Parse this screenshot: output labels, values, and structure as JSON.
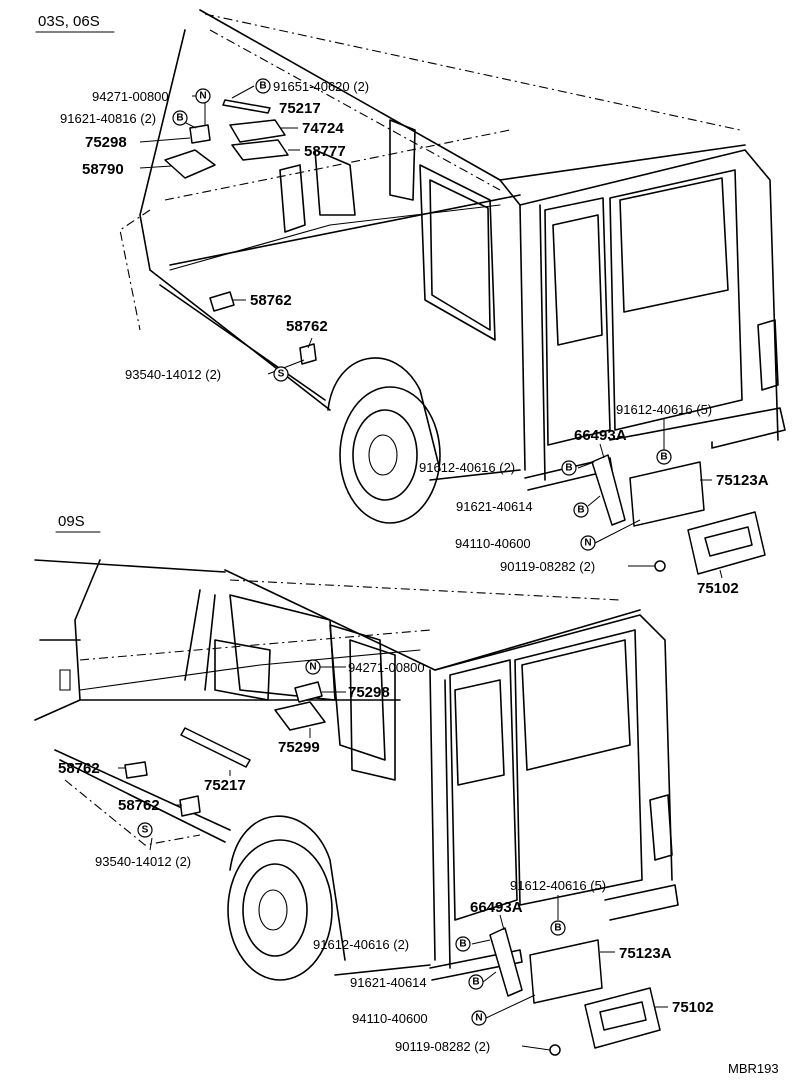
{
  "sections": {
    "top": "03S, 06S",
    "bottom": "09S"
  },
  "code": "MBR193",
  "top_labels": {
    "p94271_00800": "94271-00800",
    "p91651_40620": "91651-40620 (2)",
    "p75217": "75217",
    "p91621_40816": "91621-40816 (2)",
    "p74724": "74724",
    "p75298": "75298",
    "p58777": "58777",
    "p58790": "58790",
    "p58762_a": "58762",
    "p58762_b": "58762",
    "p93540_14012": "93540-14012 (2)",
    "p91612_40616_5": "91612-40616 (5)",
    "p66493A": "66493A",
    "p91612_40616_2": "91612-40616 (2)",
    "p75123A": "75123A",
    "p91621_40614": "91621-40614",
    "p94110_40600": "94110-40600",
    "p90119_08282": "90119-08282 (2)",
    "p75102": "75102"
  },
  "bottom_labels": {
    "p94271_00800": "94271-00800",
    "p75298": "75298",
    "p75299": "75299",
    "p75217": "75217",
    "p58762_a": "58762",
    "p58762_b": "58762",
    "p93540_14012": "93540-14012 (2)",
    "p91612_40616_5": "91612-40616 (5)",
    "p66493A": "66493A",
    "p91612_40616_2": "91612-40616 (2)",
    "p75123A": "75123A",
    "p91621_40614": "91621-40614",
    "p94110_40600": "94110-40600",
    "p90119_08282": "90119-08282 (2)",
    "p75102": "75102"
  },
  "symbols": {
    "bolt": "B",
    "nut": "N",
    "screw": "S"
  }
}
